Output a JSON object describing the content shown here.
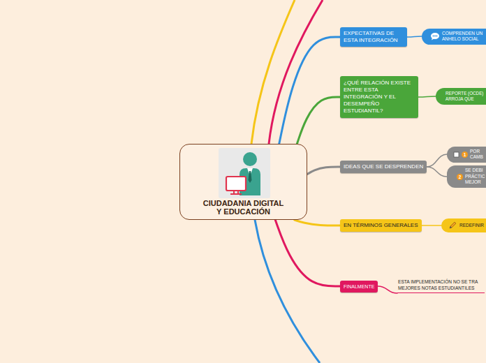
{
  "diagram": {
    "nodes": [
      {
        "text": [
          "CIUDADANIA DIGITAL Y EDUCACIÓN"
        ]
      },
      {
        "text": [
          "EXPECTATIVAS DE ESTA INTEGRACIÓN"
        ]
      },
      {
        "text": [
          "COMPRENDEN UN ANHELO SOCIAL"
        ]
      },
      {
        "text": [
          "¿QUÉ RELACIÓN EXISTE ENTRE ESTA INTEGRACIÓN Y EL DESEMPEÑO ESTUDIANTIL?"
        ]
      },
      {
        "text": [
          "REPORTE (OCDE) ARROJA QUE"
        ]
      },
      {
        "text": [
          "IDEAS QUE SE DESPRENDEN"
        ]
      },
      {
        "text": [
          "1",
          "POR CAMB"
        ]
      },
      {
        "text": [
          "2",
          "SE DEBI PRÁCTIC MEJOR"
        ]
      },
      {
        "text": [
          "EN TÉRMINOS GENERALES"
        ]
      },
      {
        "text": [
          "REDEFINIR"
        ]
      },
      {
        "text": [
          "FINALMENTE"
        ]
      },
      {
        "text": [
          "ESTA IMPLEMENTACIÓN NO SE TRA MEJORES NOTAS ESTUDIANTILES"
        ]
      }
    ],
    "edges": [
      {
        "from": 0,
        "to": 1,
        "arrow": "none"
      },
      {
        "from": 1,
        "to": 2,
        "arrow": "none"
      },
      {
        "from": 0,
        "to": 3,
        "arrow": "none"
      },
      {
        "from": 3,
        "to": 4,
        "arrow": "none"
      },
      {
        "from": 0,
        "to": 5,
        "arrow": "none"
      },
      {
        "from": 5,
        "to": 6,
        "arrow": "none"
      },
      {
        "from": 5,
        "to": 7,
        "arrow": "none"
      },
      {
        "from": 0,
        "to": 8,
        "arrow": "none"
      },
      {
        "from": 8,
        "to": 9,
        "arrow": "none"
      },
      {
        "from": 0,
        "to": 10,
        "arrow": "none"
      },
      {
        "from": 10,
        "to": 11,
        "arrow": "none"
      }
    ]
  }
}
